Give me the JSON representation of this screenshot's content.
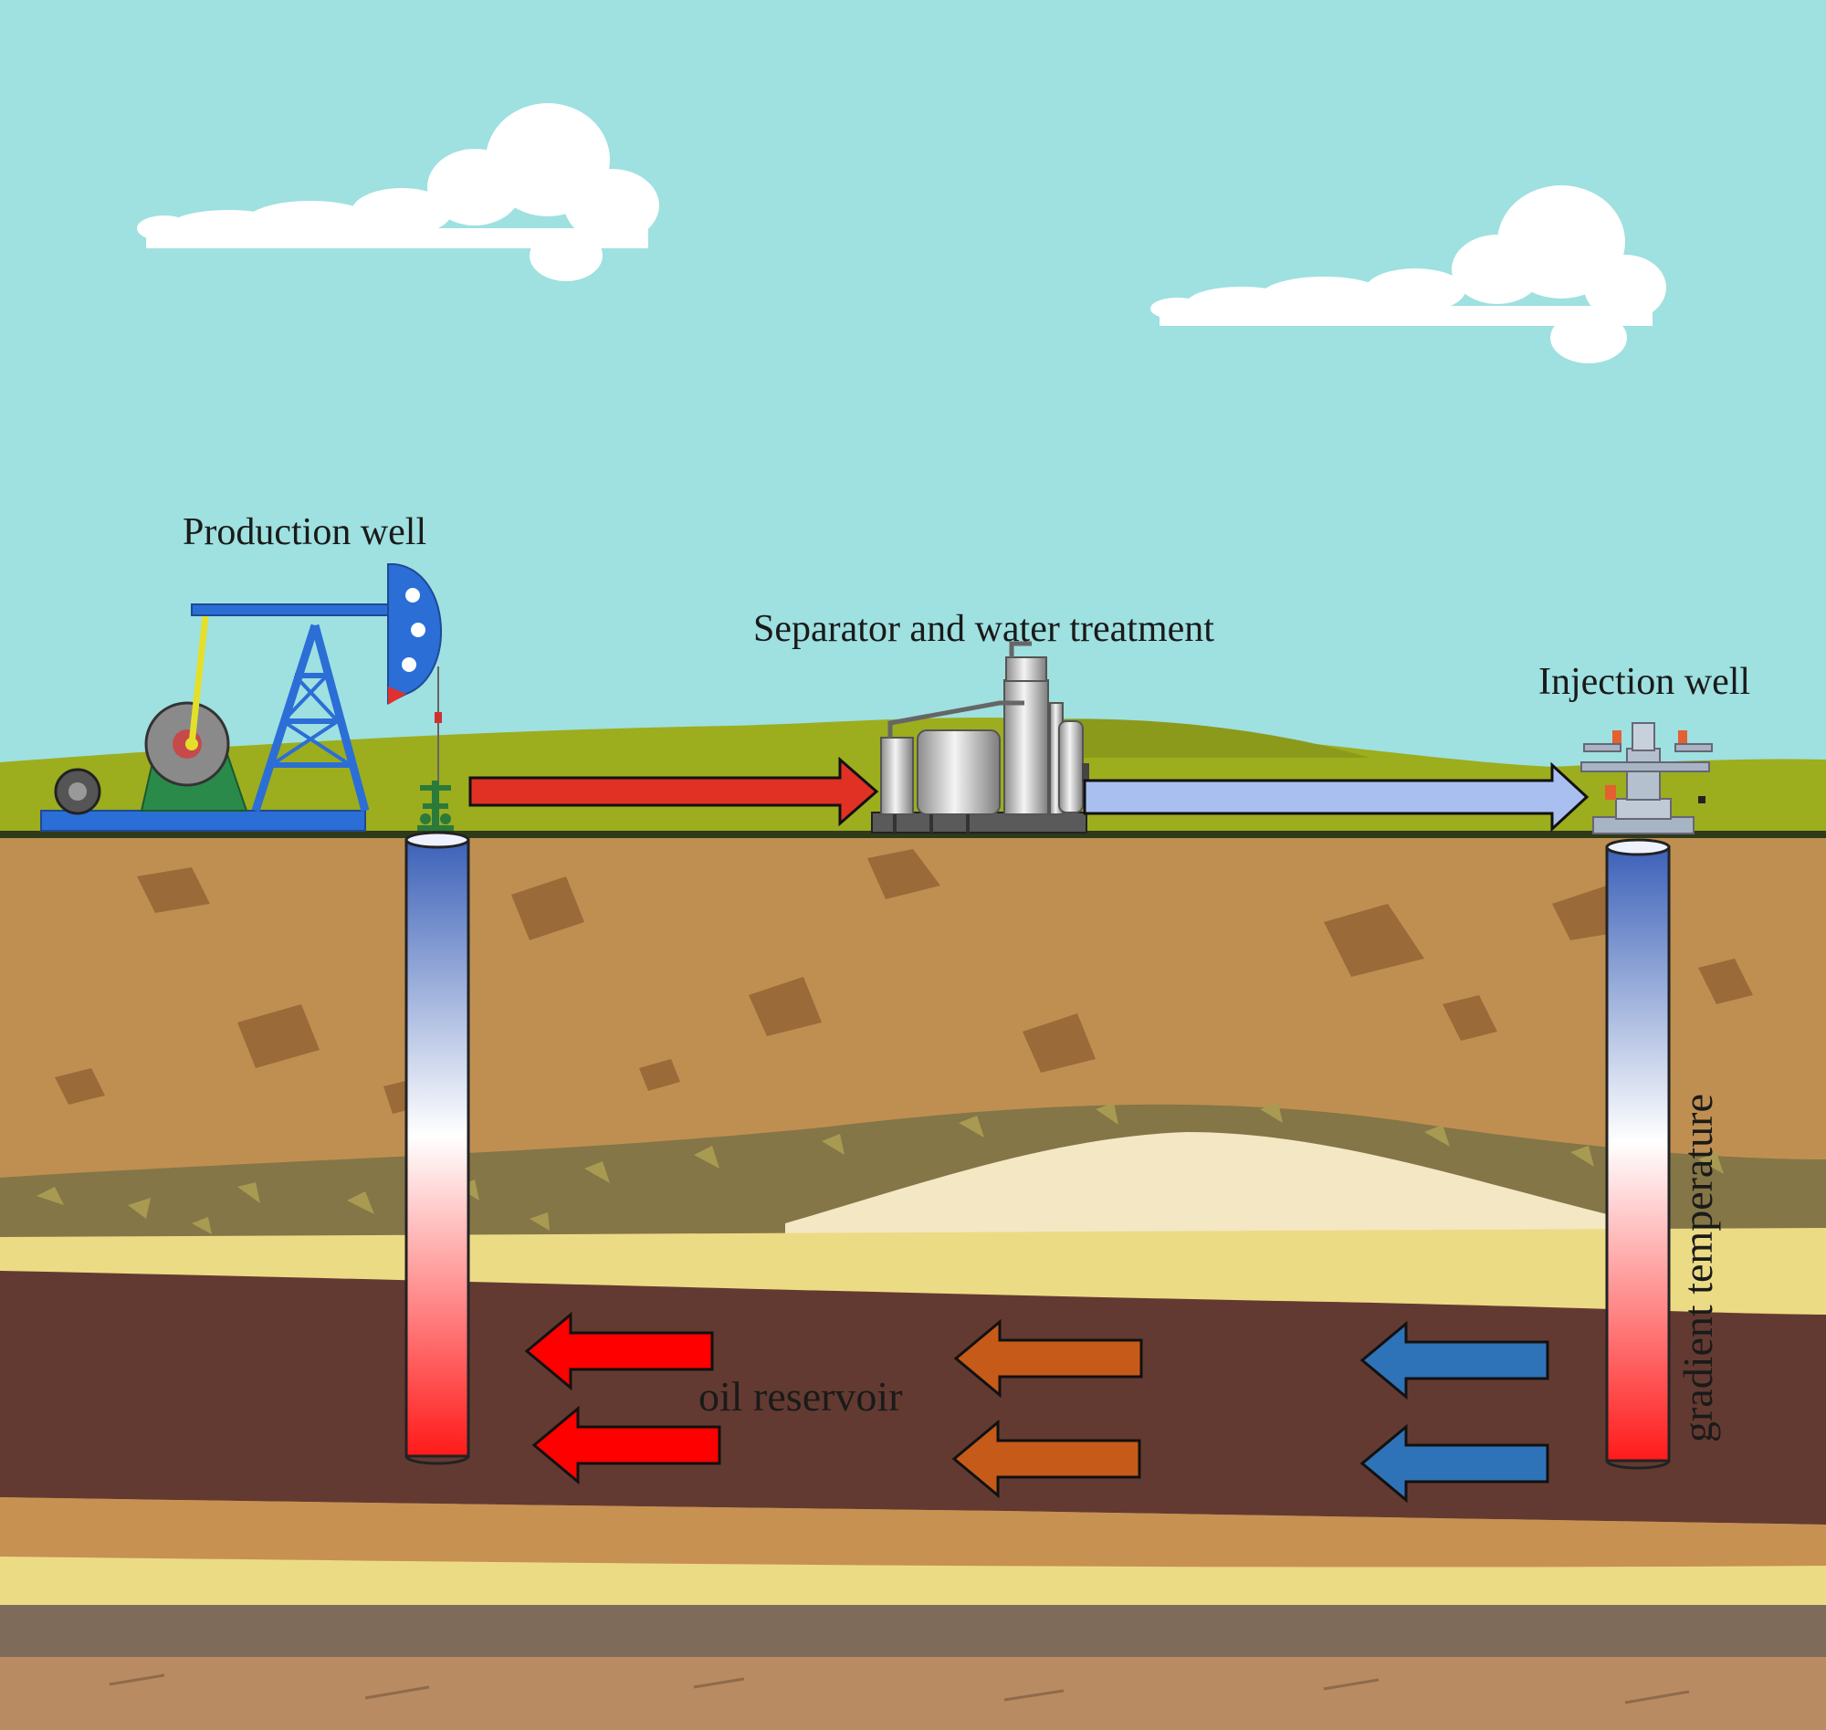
{
  "labels": {
    "production_well": "Production well",
    "separator": "Separator and water treatment",
    "injection_well": "Injection well",
    "oil_reservoir": "oil reservoir",
    "gradient_temperature": "gradient temperature"
  },
  "colors": {
    "sky": "#9fe0e0",
    "hills": "#9cad1e",
    "soil": "#bf8f52",
    "reservoir": "#633a31",
    "hot": "#ff0000",
    "warm": "#c65a19",
    "cold": "#2e73b8",
    "injection_flow": "#a9bff0"
  }
}
